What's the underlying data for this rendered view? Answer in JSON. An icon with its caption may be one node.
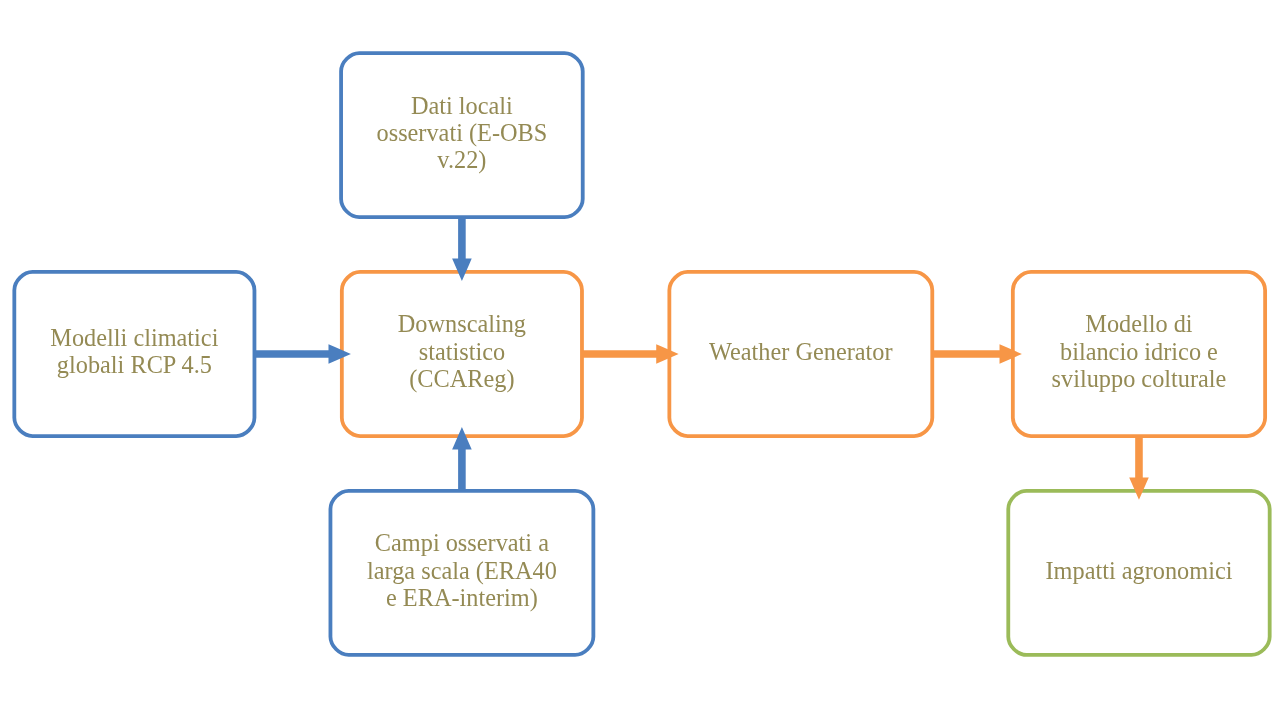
{
  "diagram": {
    "nodes": [
      {
        "text": [
          "Dati locali osservati (E-OBS v.22)"
        ]
      },
      {
        "text": [
          "Modelli climatici globali RCP 4.5"
        ]
      },
      {
        "text": [
          "Downscaling statistico (CCAReg)"
        ]
      },
      {
        "text": [
          "Weather Generator"
        ]
      },
      {
        "text": [
          "Modello di bilancio idrico e sviluppo colturale"
        ]
      },
      {
        "text": [
          "Campi osservati a larga scala (ERA40 e ERA-interim)"
        ]
      },
      {
        "text": [
          "Impatti agronomici"
        ]
      }
    ],
    "edges": [
      {
        "from": 0,
        "to": 2,
        "arrow": "to",
        "color": "#4a7ebf"
      },
      {
        "from": 1,
        "to": 2,
        "arrow": "to",
        "color": "#4a7ebf"
      },
      {
        "from": 5,
        "to": 2,
        "arrow": "to",
        "color": "#4a7ebf"
      },
      {
        "from": 2,
        "to": 3,
        "arrow": "to",
        "color": "#f79646"
      },
      {
        "from": 3,
        "to": 4,
        "arrow": "to",
        "color": "#f79646"
      },
      {
        "from": 4,
        "to": 6,
        "arrow": "to",
        "color": "#f79646"
      }
    ]
  }
}
